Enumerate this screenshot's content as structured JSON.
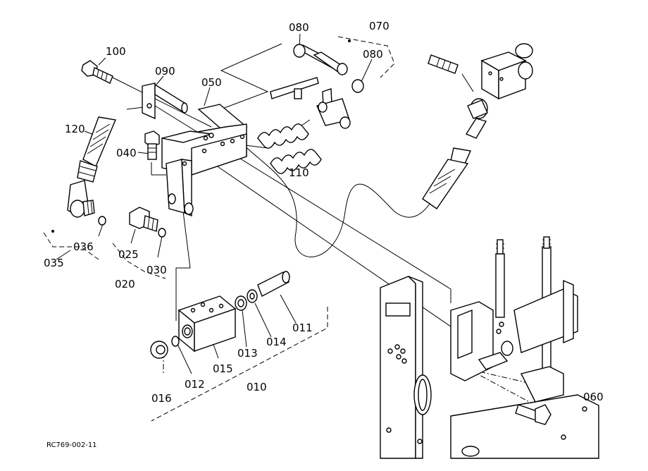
{
  "diagram": {
    "drawing_code": "RC769-002-11",
    "part_labels": [
      "100",
      "090",
      "050",
      "080",
      "070",
      "080",
      "120",
      "040",
      "110",
      "035",
      "036",
      "025",
      "030",
      "020",
      "011",
      "014",
      "013",
      "012",
      "015",
      "016",
      "010",
      "060"
    ]
  }
}
